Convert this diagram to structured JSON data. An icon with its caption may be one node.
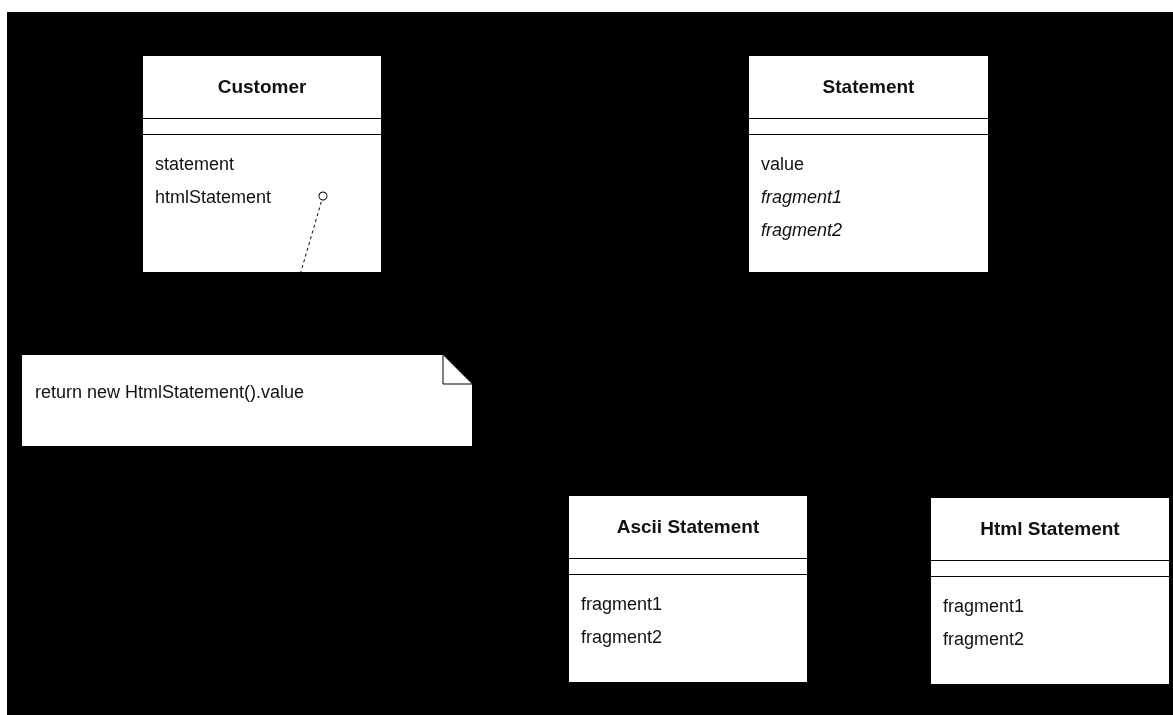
{
  "diagram": {
    "nodes": [
      {
        "text": [
          "Customer",
          "statement htmlStatement"
        ]
      },
      {
        "text": [
          "Statement",
          "value *fragment1* *fragment2*"
        ]
      },
      {
        "text": [
          "return new HtmlStatement().value"
        ]
      },
      {
        "text": [
          "Ascii Statement",
          "fragment1 fragment2"
        ]
      },
      {
        "text": [
          "Html Statement",
          "fragment1 fragment2"
        ]
      }
    ],
    "edges": [
      {
        "from": 0,
        "to": 2,
        "arrow": "other",
        "style": "dashed"
      }
    ]
  }
}
